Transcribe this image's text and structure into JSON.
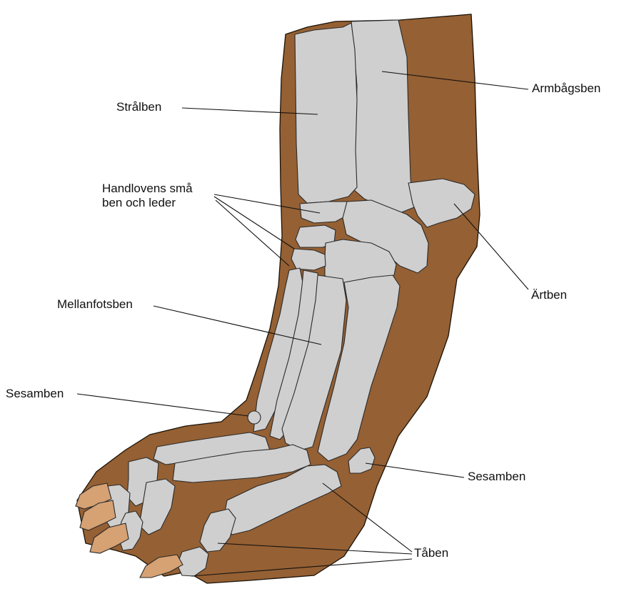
{
  "labels": {
    "radius": "Strålben",
    "carpal_line1": "Handlovens små",
    "carpal_line2": "ben och leder",
    "metacarpal": "Mellanfotsben",
    "sesamoid_left": "Sesamben",
    "ulna": "Armbågsben",
    "accessory_carpal": "Ärtben",
    "sesamoid_right": "Sesamben",
    "phalanges": "Tåben"
  },
  "colors": {
    "skin": "#956033",
    "bone": "#cfcfcf",
    "claw": "#d6a173",
    "outline": "#2a2a2a"
  }
}
